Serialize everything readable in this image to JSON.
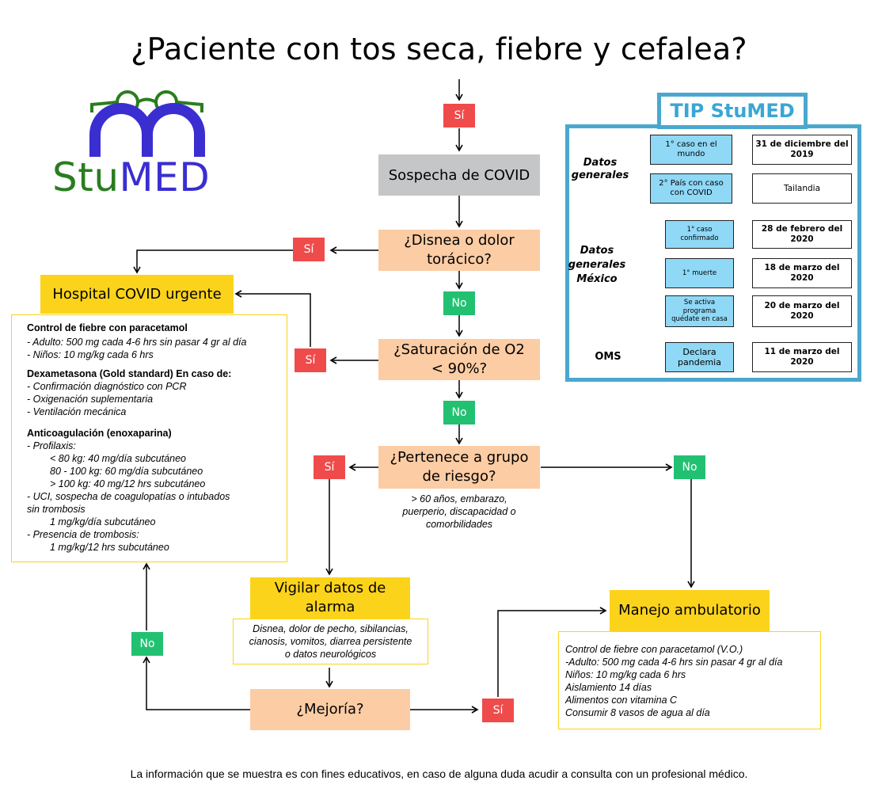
{
  "title": "¿Paciente con tos seca, fiebre y cefalea?",
  "logo": {
    "stu": "Stu",
    "med": "MED",
    "colors": {
      "green": "#2a7d1f",
      "blue": "#3a2ed1"
    }
  },
  "colors": {
    "si": "#f04b4b",
    "no": "#22c172",
    "gray": "#c4c6c8",
    "peach": "#fccca4",
    "yellow": "#fcd31b",
    "tip_blue": "#4aa8cf",
    "light_blue": "#8fd8f6"
  },
  "flow": {
    "si_label": "Sí",
    "no_label": "No",
    "sospecha": "Sospecha de COVID",
    "disnea": [
      "¿Disnea o dolor",
      "torácico?"
    ],
    "saturacion": [
      "¿Saturación de O2",
      "< 90%?"
    ],
    "riesgo": [
      "¿Pertenece a grupo",
      "de riesgo?"
    ],
    "riesgo_note": [
      "> 60 años, embarazo,",
      "puerperio, discapacidad o",
      "comorbilidades"
    ],
    "hospital": "Hospital COVID urgente",
    "vigilar": [
      "Vigilar datos de",
      "alarma"
    ],
    "vigilar_note": [
      "Disnea, dolor de pecho, sibilancias,",
      "cianosis, vomitos, diarrea persistente",
      "o datos neurológicos"
    ],
    "mejoria": "¿Mejoría?",
    "manejo": "Manejo ambulatorio",
    "manejo_note": [
      "Control de fiebre con paracetamol (V.O.)",
      "-Adulto: 500 mg cada 4-6 hrs sin pasar 4 gr al día",
      "Niños: 10 mg/kg cada 6 hrs",
      "Aislamiento 14 días",
      "Alimentos con vitamina C",
      "Consumir 8 vasos de agua al día"
    ]
  },
  "hospital_box": {
    "h1": "Control de fiebre con paracetamol",
    "l1": "- Adulto: 500 mg cada 4-6 hrs sin pasar 4 gr al día",
    "l2": "- Niños: 10 mg/kg cada 6 hrs",
    "h2": "Dexametasona (Gold standard) En caso de:",
    "l3": "- Confirmación diagnóstico con PCR",
    "l4": "- Oxigenación suplementaria",
    "l5": "- Ventilación mecánica",
    "h3": "Anticoagulación (enoxaparina)",
    "l6": "- Profilaxis:",
    "l7": "< 80 kg: 40 mg/día subcutáneo",
    "l8": "80 - 100 kg: 60 mg/día subcutáneo",
    "l9": "> 100 kg: 40 mg/12 hrs subcutáneo",
    "l10": "- UCI, sospecha de coagulopatías o intubados",
    "l11": "sin trombosis",
    "l12": "1 mg/kg/día subcutáneo",
    "l13": "- Presencia de trombosis:",
    "l14": "1 mg/kg/12 hrs subcutáneo"
  },
  "tip": {
    "title": "TIP StuMED",
    "datos_generales": [
      "Datos",
      "generales"
    ],
    "datos_mexico": [
      "Datos",
      "generales",
      "México"
    ],
    "oms": "OMS",
    "b1": [
      "1° caso en el",
      "mundo"
    ],
    "w1": [
      "31 de diciembre del",
      "2019"
    ],
    "b2": [
      "2° País con caso",
      "con COVID"
    ],
    "w2": "Tailandia",
    "b3": [
      "1° caso",
      "confirmado"
    ],
    "w3": [
      "28 de febrero del",
      "2020"
    ],
    "b4": "1° muerte",
    "w4": "18 de marzo del 2020",
    "b5": [
      "Se activa",
      "programa",
      "quédate en casa"
    ],
    "w5": "20 de marzo del 2020",
    "b6": [
      "Declara",
      "pandemia"
    ],
    "w6": "11 de marzo del 2020"
  },
  "footer": "La información que se muestra es con fines educativos, en caso de alguna duda acudir a consulta con un profesional médico."
}
